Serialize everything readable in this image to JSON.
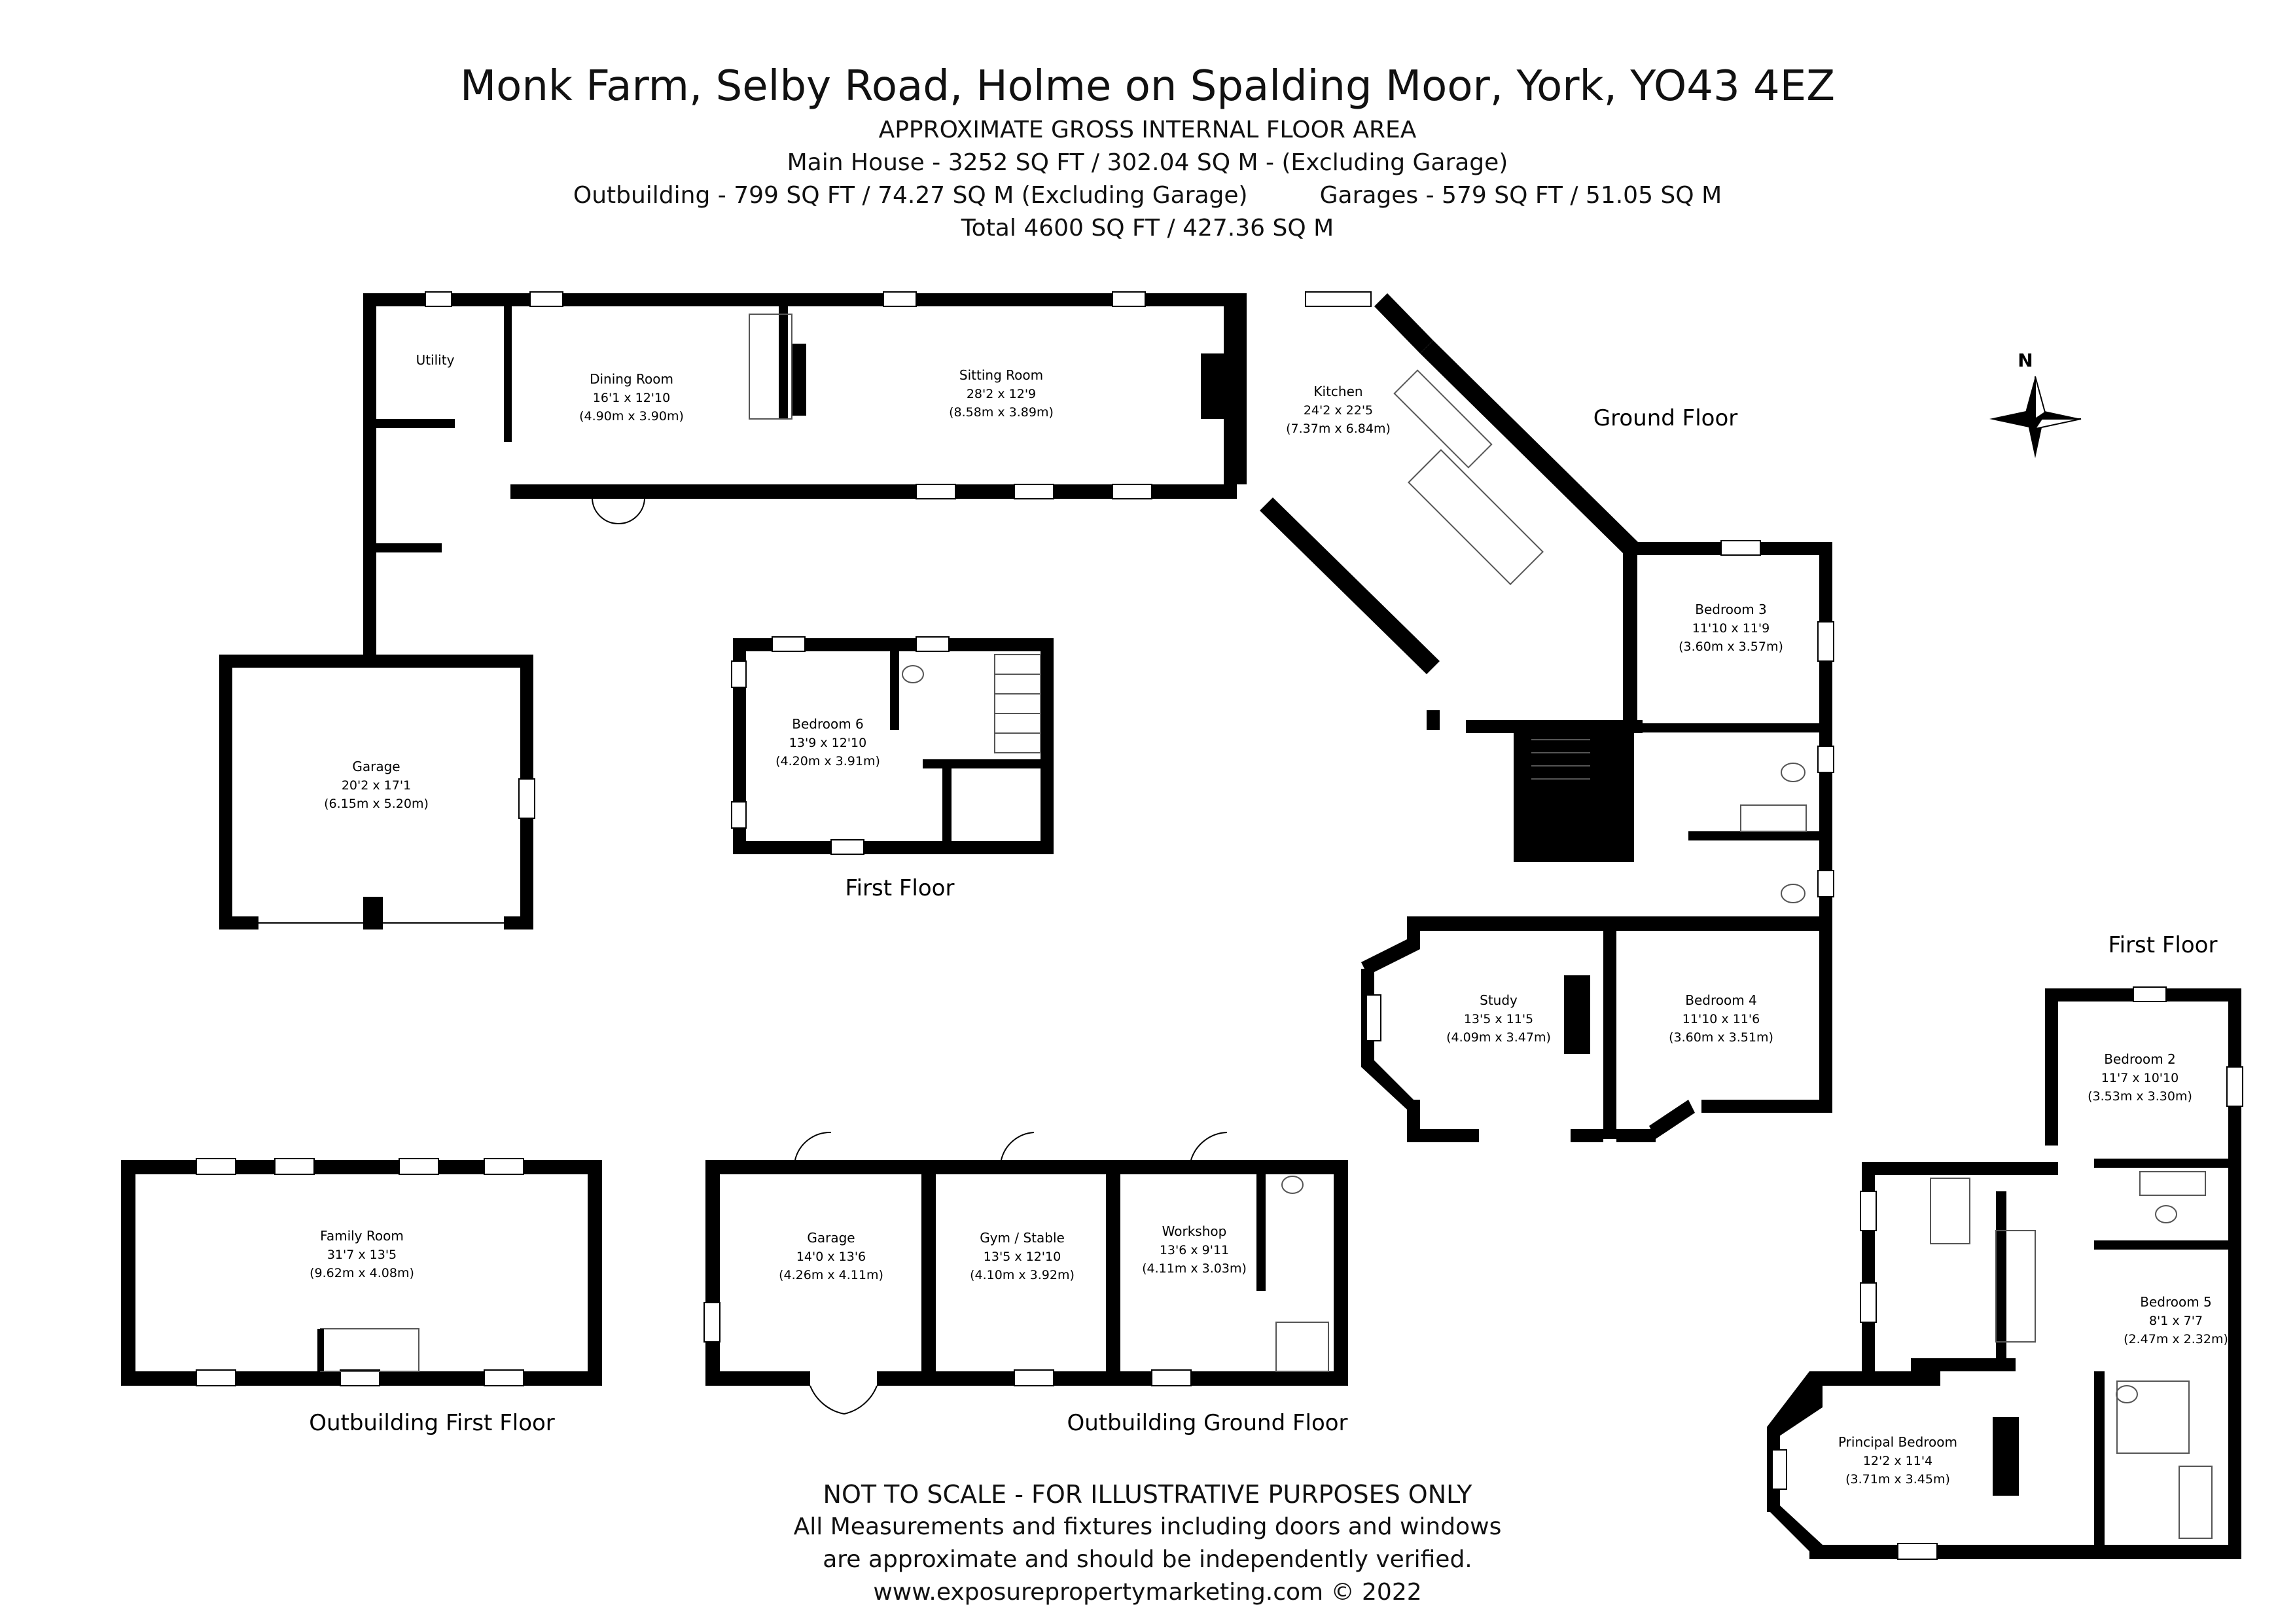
{
  "header": {
    "title": "Monk Farm, Selby Road, Holme on Spalding Moor, York, YO43 4EZ",
    "area_heading": "APPROXIMATE GROSS INTERNAL FLOOR AREA",
    "main_house": "Main House - 3252 SQ FT / 302.04 SQ M - (Excluding Garage)",
    "outbuilding": "Outbuilding - 799 SQ FT / 74.27 SQ M (Excluding Garage)",
    "garages": "Garages - 579 SQ FT / 51.05 SQ M",
    "total": "Total 4600 SQ FT / 427.36 SQ M"
  },
  "compass": {
    "label": "N"
  },
  "floor_labels": {
    "ground_floor": "Ground Floor",
    "first_floor_annex": "First Floor",
    "first_floor_main": "First Floor",
    "outbuilding_first": "Outbuilding First Floor",
    "outbuilding_ground": "Outbuilding Ground Floor"
  },
  "rooms": {
    "utility": {
      "name": "Utility"
    },
    "dining": {
      "name": "Dining Room",
      "imperial": "16'1 x 12'10",
      "metric": "(4.90m x 3.90m)"
    },
    "sitting": {
      "name": "Sitting Room",
      "imperial": "28'2 x 12'9",
      "metric": "(8.58m x 3.89m)"
    },
    "kitchen": {
      "name": "Kitchen",
      "imperial": "24'2 x 22'5",
      "metric": "(7.37m x 6.84m)"
    },
    "garage_main": {
      "name": "Garage",
      "imperial": "20'2 x 17'1",
      "metric": "(6.15m x 5.20m)"
    },
    "bedroom6": {
      "name": "Bedroom 6",
      "imperial": "13'9 x 12'10",
      "metric": "(4.20m x 3.91m)"
    },
    "bedroom3": {
      "name": "Bedroom 3",
      "imperial": "11'10 x 11'9",
      "metric": "(3.60m x 3.57m)"
    },
    "study": {
      "name": "Study",
      "imperial": "13'5 x 11'5",
      "metric": "(4.09m x 3.47m)"
    },
    "bedroom4": {
      "name": "Bedroom 4",
      "imperial": "11'10 x 11'6",
      "metric": "(3.60m x 3.51m)"
    },
    "family": {
      "name": "Family Room",
      "imperial": "31'7 x 13'5",
      "metric": "(9.62m x 4.08m)"
    },
    "garage_out": {
      "name": "Garage",
      "imperial": "14'0 x 13'6",
      "metric": "(4.26m x 4.11m)"
    },
    "gym": {
      "name": "Gym / Stable",
      "imperial": "13'5 x 12'10",
      "metric": "(4.10m x 3.92m)"
    },
    "workshop": {
      "name": "Workshop",
      "imperial": "13'6 x 9'11",
      "metric": "(4.11m x 3.03m)"
    },
    "bedroom2": {
      "name": "Bedroom 2",
      "imperial": "11'7 x 10'10",
      "metric": "(3.53m x 3.30m)"
    },
    "bedroom5": {
      "name": "Bedroom 5",
      "imperial": "8'1 x 7'7",
      "metric": "(2.47m x 2.32m)"
    },
    "principal": {
      "name": "Principal Bedroom",
      "imperial": "12'2 x 11'4",
      "metric": "(3.71m x 3.45m)"
    }
  },
  "footer": {
    "line1": "NOT TO SCALE - FOR ILLUSTRATIVE PURPOSES ONLY",
    "line2": "All Measurements and fixtures including doors and windows",
    "line3": "are approximate and should be independently verified.",
    "line4": "www.exposurepropertymarketing.com © 2022"
  }
}
